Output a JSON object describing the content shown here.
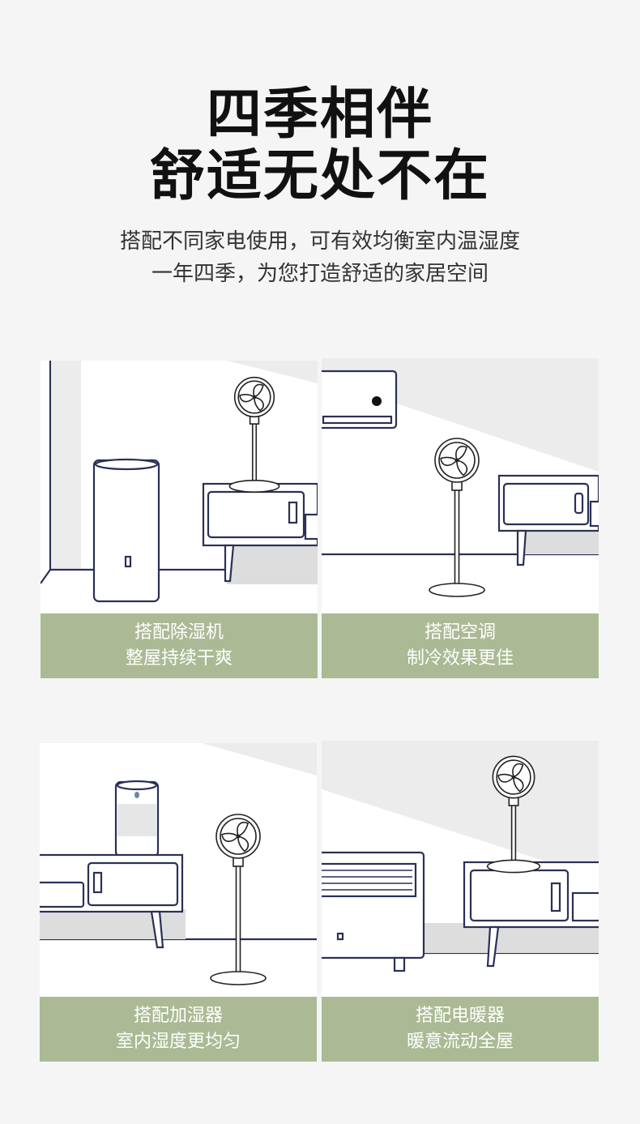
{
  "headline": {
    "line1": "四季相伴",
    "line2": "舒适无处不在"
  },
  "subtitle": {
    "line1": "搭配不同家电使用，可有效均衡室内温湿度",
    "line2": "一年四季，为您打造舒适的家居空间"
  },
  "cards": [
    {
      "line1": "搭配除湿机",
      "line2": "整屋持续干爽"
    },
    {
      "line1": "搭配空调",
      "line2": "制冷效果更佳"
    },
    {
      "line1": "搭配加湿器",
      "line2": "室内湿度更均匀"
    },
    {
      "line1": "搭配电暖器",
      "line2": "暖意流动全屋"
    }
  ],
  "colors": {
    "label_bg": "#abba94",
    "line": "#2b3056",
    "background": "#f5f5f5"
  }
}
